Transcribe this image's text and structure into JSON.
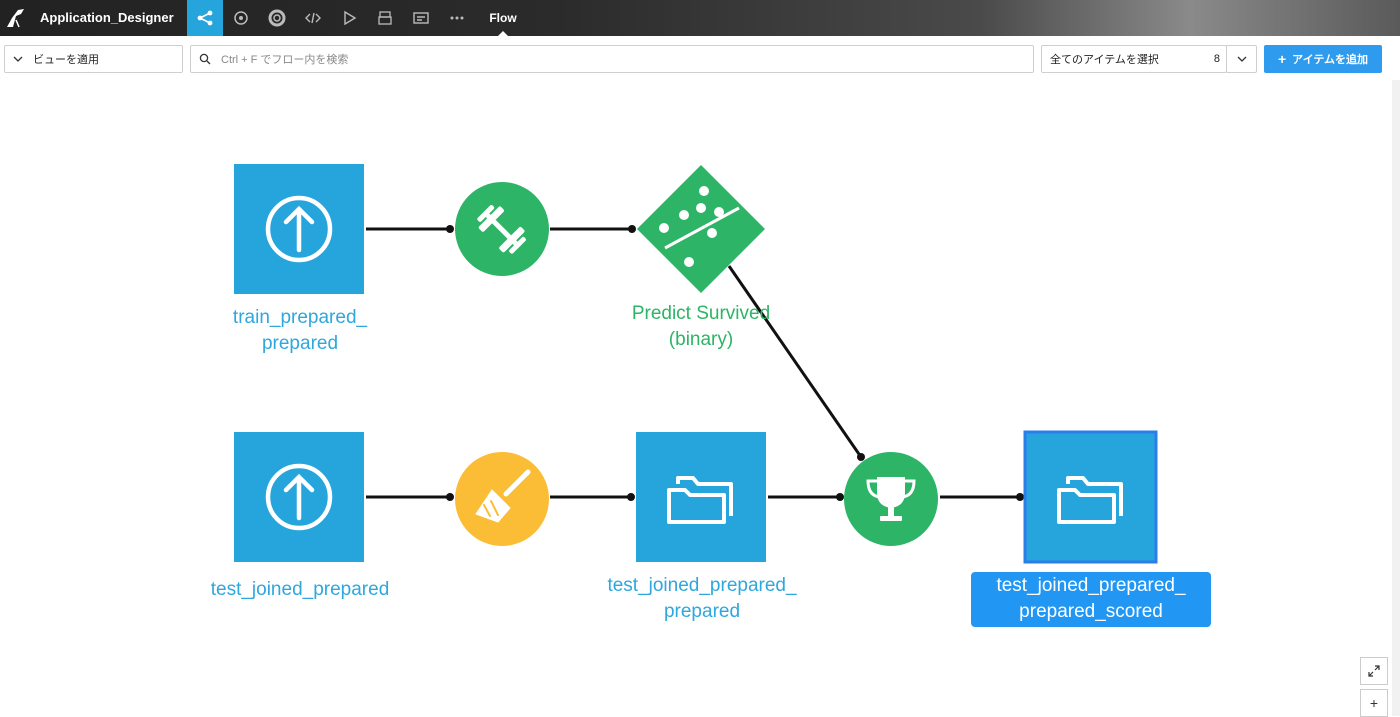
{
  "app": {
    "title": "Application_Designer"
  },
  "nav": {
    "active_tab": "Flow"
  },
  "toolbar": {
    "view_label": "ビューを適用",
    "search_placeholder": "Ctrl + F でフロー内を検索",
    "select_all_label": "全てのアイテムを選択",
    "select_count": "8",
    "add_item_label": "アイテムを追加"
  },
  "flow": {
    "nodes": {
      "train_dataset": {
        "label_line1": "train_prepared_",
        "label_line2": "prepared"
      },
      "model": {
        "label_line1": "Predict Survived",
        "label_line2": "(binary)"
      },
      "test_dataset": {
        "label": "test_joined_prepared"
      },
      "test_prepared_dataset": {
        "label_line1": "test_joined_prepared_",
        "label_line2": "prepared"
      },
      "scored_dataset": {
        "label_line1": "test_joined_prepared_",
        "label_line2": "prepared_scored"
      }
    }
  },
  "colors": {
    "dataset": "#26a5dd",
    "train_recipe": "#2db466",
    "prepare_recipe": "#fbbd36",
    "model": "#2db466",
    "score_recipe": "#2db466",
    "selection": "#2196f3",
    "active_nav": "#26a5dd"
  },
  "icons": {
    "logo": "bird-logo-icon",
    "flow": "flow-icon",
    "upload": "upload-icon",
    "dumbbell": "train-dumbbell-icon",
    "broom": "prepare-broom-icon",
    "folder": "folder-icon",
    "trophy": "score-trophy-icon"
  }
}
